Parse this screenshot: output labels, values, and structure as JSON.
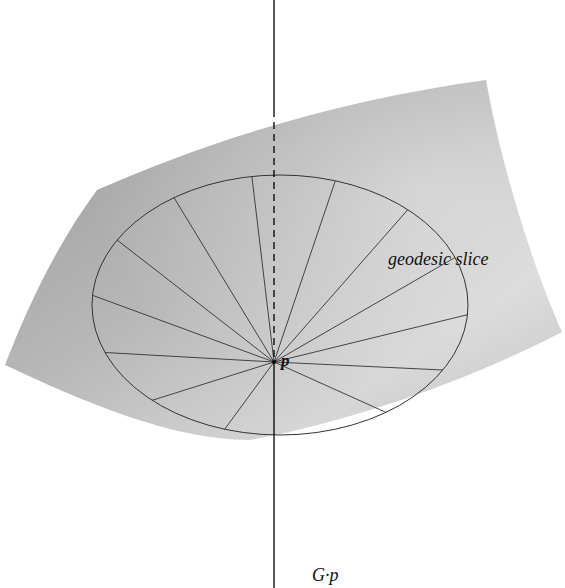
{
  "diagram": {
    "labels": [
      "geodesic slice",
      "p",
      "G·p"
    ]
  }
}
